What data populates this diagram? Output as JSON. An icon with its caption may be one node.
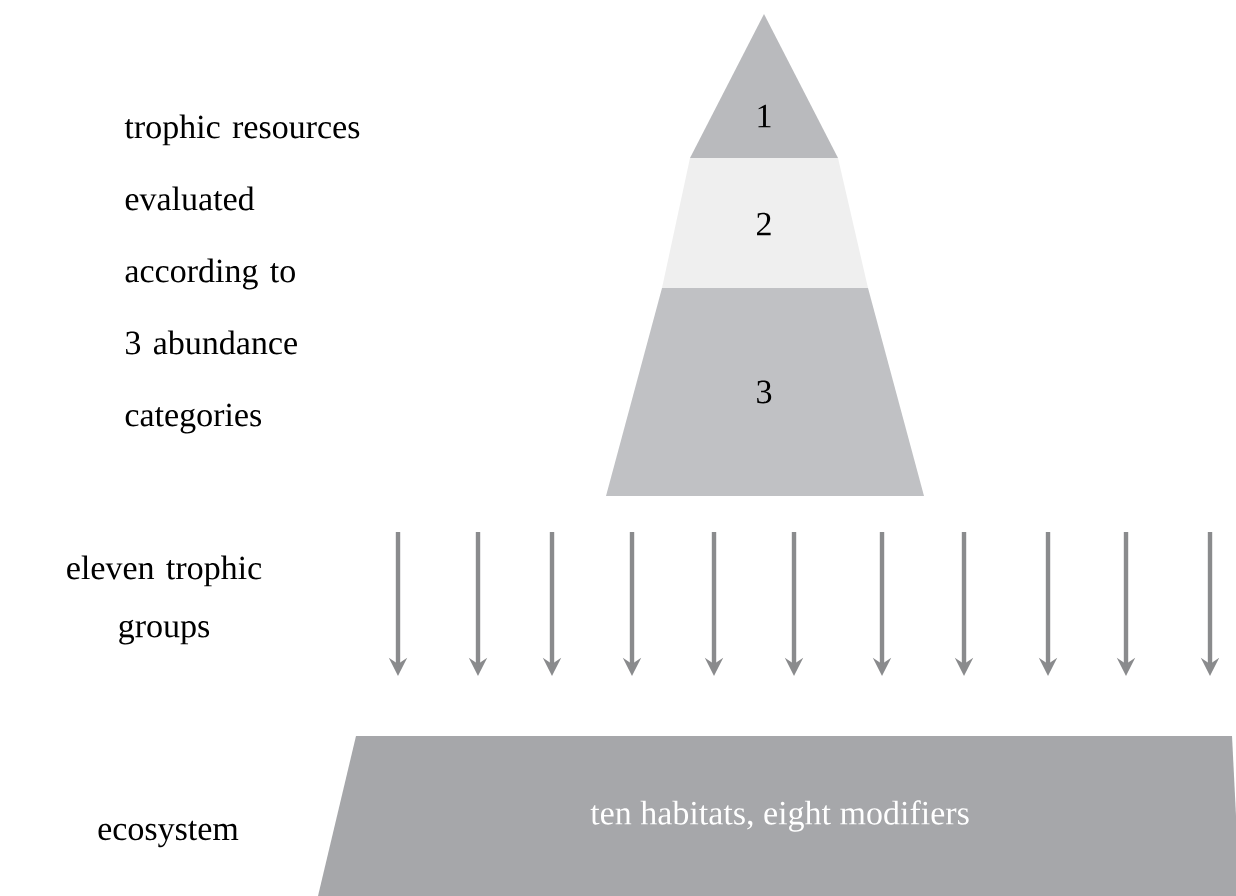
{
  "diagram": {
    "nodes": [
      {
        "text": [
          "1"
        ]
      },
      {
        "text": [
          "2"
        ]
      },
      {
        "text": [
          "3"
        ]
      },
      {
        "text": [
          "ten habitats, eight modifiers"
        ]
      }
    ],
    "labels": [
      "trophic resources evaluated according to 3 abundance categories",
      "eleven trophic groups",
      "ecosystem"
    ]
  }
}
